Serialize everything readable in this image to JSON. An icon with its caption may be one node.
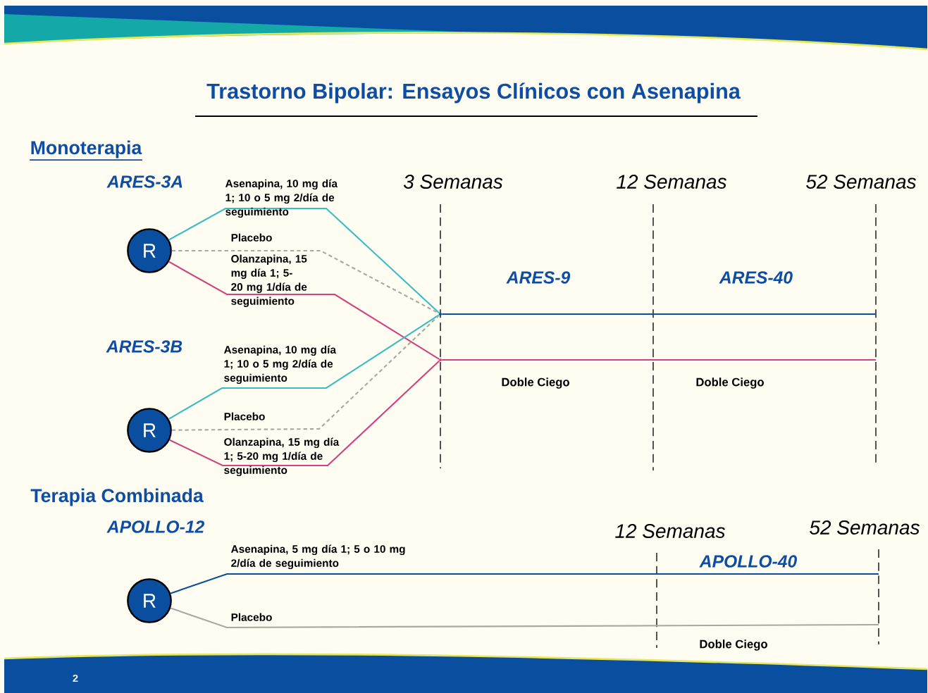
{
  "diagram": {
    "title": "Trastorno Bipolar: Ensayos Clínicos con Asenapina",
    "nodes": [
      {
        "text": [
          "R"
        ]
      },
      {
        "text": [
          "R"
        ]
      },
      {
        "text": [
          "R"
        ]
      },
      {
        "text": [],
        "shape": "dot"
      },
      {
        "text": [],
        "shape": "dot"
      }
    ],
    "edges": [
      {
        "from": 0,
        "to": 3,
        "arrow": "none",
        "color": "#3bbcc4",
        "label": "Asenapina, 10 mg día 1; 10 o 5 mg 2/día de seguimiento"
      },
      {
        "from": 0,
        "to": 3,
        "arrow": "none",
        "color": "#a9a9a2",
        "style": "dashed",
        "label": "Placebo"
      },
      {
        "from": 0,
        "to": 4,
        "arrow": "none",
        "color": "#d0437f",
        "label": "Olanzapina, 15 mg día 1; 5-20 mg 1/día de seguimiento"
      },
      {
        "from": 1,
        "to": 3,
        "arrow": "none",
        "color": "#3bbcc4",
        "label": "Asenapina, 10 mg día 1; 10 o 5 mg 2/día de seguimiento"
      },
      {
        "from": 1,
        "to": 3,
        "arrow": "none",
        "color": "#a9a9a2",
        "style": "dashed",
        "label": "Placebo"
      },
      {
        "from": 1,
        "to": 4,
        "arrow": "none",
        "color": "#d0437f",
        "label": "Olanzapina, 15 mg día 1; 5-20 mg 1/día de seguimiento"
      },
      {
        "from": 3,
        "to": null,
        "arrow": "none",
        "color": "#0a4ea0"
      },
      {
        "from": 4,
        "to": null,
        "arrow": "none",
        "color": "#d0437f"
      },
      {
        "from": 2,
        "to": null,
        "arrow": "none",
        "color": "#0a4ea0",
        "label": "Asenapina, 5 mg día 1; 5 o 10 mg 2/día de seguimiento"
      },
      {
        "from": 2,
        "to": null,
        "arrow": "none",
        "color": "#a9a9a2",
        "label": "Placebo"
      }
    ],
    "labels": [
      "Monoterapia",
      "ARES-3A",
      "3 Semanas",
      "12 Semanas",
      "52 Semanas",
      "ARES-9",
      "ARES-40",
      "ARES-3B",
      "Doble Ciego",
      "Doble Ciego",
      "Terapia Combinada",
      "APOLLO-12",
      "12 Semanas",
      "52 Semanas",
      "APOLLO-40",
      "Doble Ciego",
      "2"
    ]
  }
}
